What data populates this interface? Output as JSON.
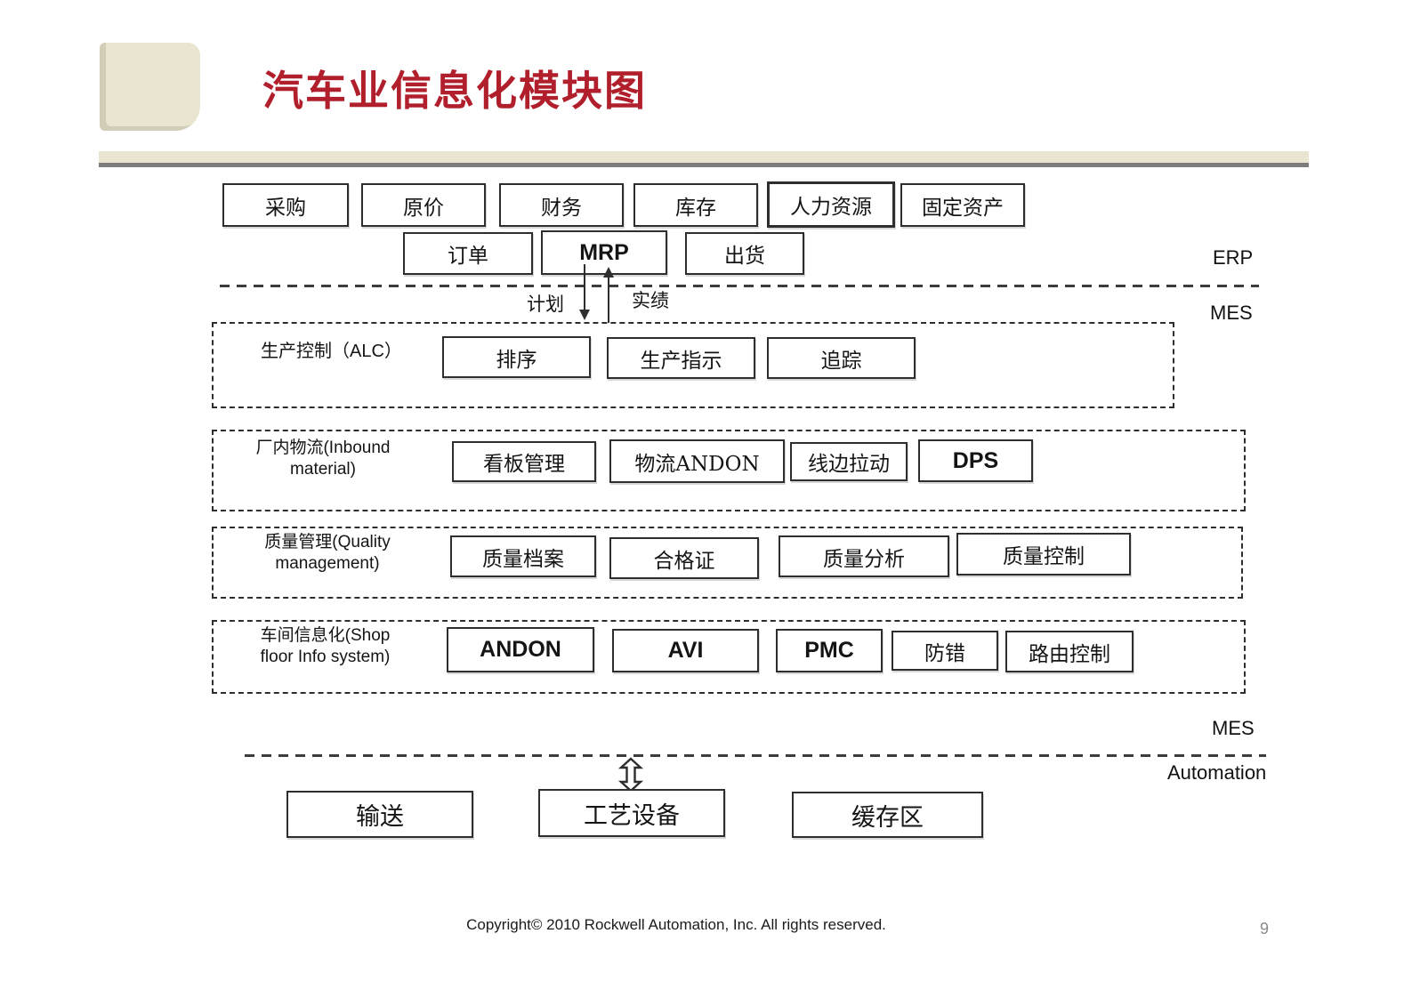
{
  "slide": {
    "title": "汽车业信息化模块图",
    "footer": "Copyright© 2010 Rockwell Automation, Inc. All rights reserved.",
    "page_number": "9"
  },
  "layer_labels": {
    "erp": "ERP",
    "mes_top": "MES",
    "mes_bottom": "MES",
    "automation": "Automation"
  },
  "flow_labels": {
    "plan": "计划",
    "actual": "实绩"
  },
  "erp_modules": {
    "row1": [
      "采购",
      "原价",
      "财务",
      "库存",
      "人力资源",
      "固定资产"
    ],
    "row2": [
      "订单",
      "MRP",
      "出货"
    ]
  },
  "groups": [
    {
      "label_line1": "生产控制（ALC）",
      "label_line2": "",
      "items": [
        "排序",
        "生产指示",
        "追踪"
      ]
    },
    {
      "label_line1": "厂内物流(Inbound",
      "label_line2": "material)",
      "items": [
        "看板管理",
        "物流ANDON",
        "线边拉动",
        "DPS"
      ]
    },
    {
      "label_line1": "质量管理(Quality",
      "label_line2": "management)",
      "items": [
        "质量档案",
        "合格证",
        "质量分析",
        "质量控制"
      ]
    },
    {
      "label_line1": "车间信息化(Shop",
      "label_line2": "floor Info system)",
      "items": [
        "ANDON",
        "AVI",
        "PMC",
        "防错",
        "路由控制"
      ]
    }
  ],
  "automation_modules": [
    "输送",
    "工艺设备",
    "缓存区"
  ],
  "colors": {
    "title": "#b01f2b",
    "beige": "#e9e5d1",
    "divider_gray": "#7d7d7d",
    "line_dark": "#2e2e2e"
  }
}
